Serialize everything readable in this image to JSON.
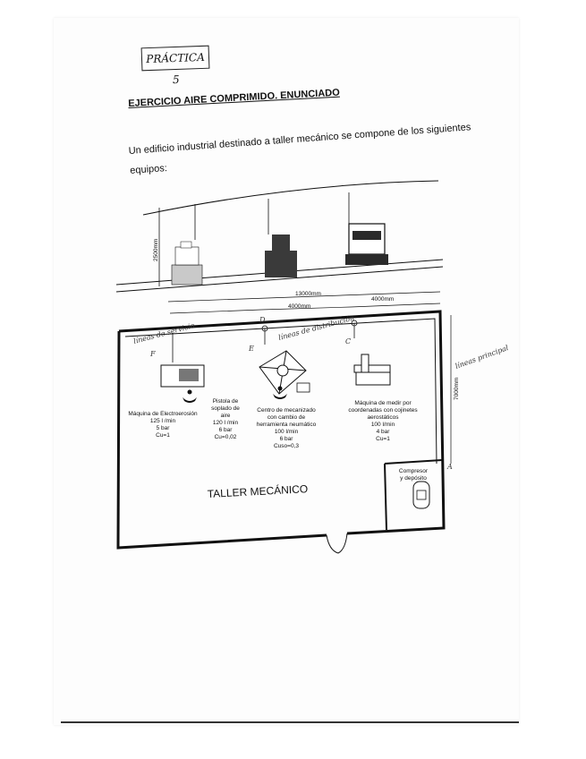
{
  "header": {
    "tag": "PRÁCTICA 5"
  },
  "title": "EJERCICIO AIRE COMPRIMIDO. ENUNCIADO",
  "intro": {
    "line1": "Un edificio industrial destinado a taller mecánico se compone de los siguientes",
    "line2": "equipos:"
  },
  "elevation": {
    "height_label": "2500mm"
  },
  "dimensions": {
    "total": "13000mm",
    "span_left": "4000mm",
    "span_right": "4000mm",
    "depth": "7000mm"
  },
  "points": {
    "d": "D",
    "e": "E",
    "c": "C",
    "f": "F",
    "a": "A"
  },
  "handwritten": {
    "lineas_servicio": "líneas de servicio",
    "lineas_distribucion": "líneas de distribución",
    "linea_principal": "líneas principal"
  },
  "machines": {
    "electroerosion": [
      "Máquina de Electroerosión",
      "125 l /min",
      "5 bar",
      "Cu=1"
    ],
    "pistola": [
      "Pistola de",
      "soplado de",
      "aire",
      "120 l /min",
      "6 bar",
      "Cu=0,02"
    ],
    "centro": [
      "Centro de mecanizado",
      "con cambio de",
      "herramienta neumático",
      "100 l/min",
      "6 bar",
      "Cuso=0,3"
    ],
    "medir": [
      "Máquina de medir por",
      "coordenadas con cojinetes",
      "aerostáticos",
      "100 l/min",
      "4 bar",
      "Cu=1"
    ]
  },
  "compressor": [
    "Compresor",
    "y depósito"
  ],
  "room_label": "TALLER MECÁNICO",
  "colors": {
    "ink": "#111111",
    "hand_ink": "#333333",
    "paper": "#fdfdfd"
  }
}
